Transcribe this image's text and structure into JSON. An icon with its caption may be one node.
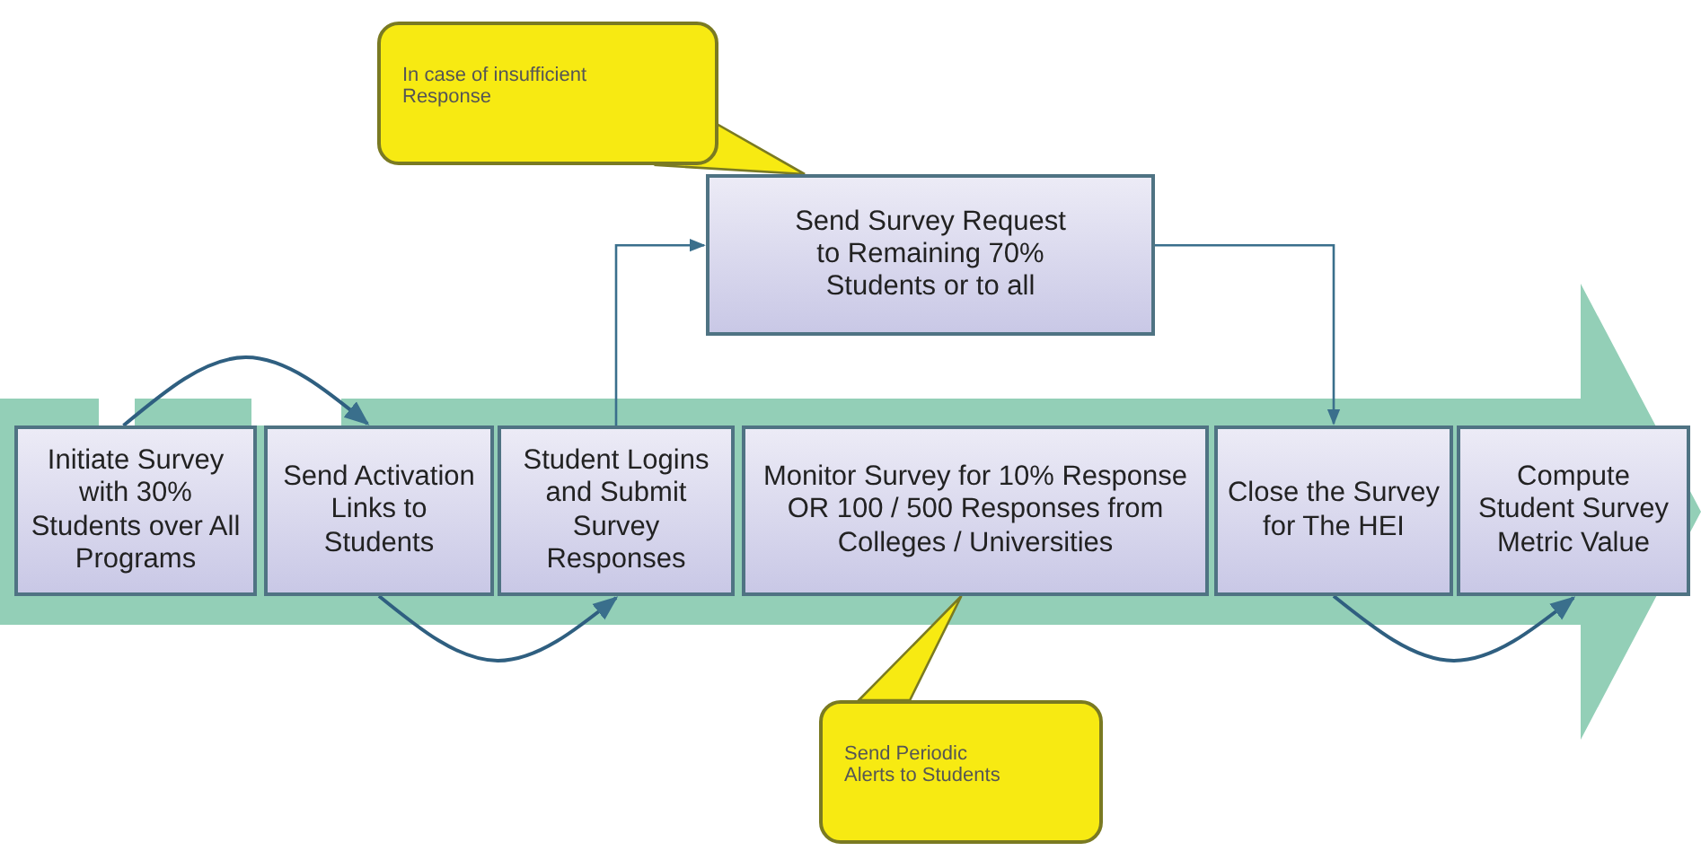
{
  "diagram": {
    "nodes": [
      {
        "text": [
          "In case of insufficient Response"
        ]
      },
      {
        "text": [
          "Send Survey Request to Remaining 70% Students or to all"
        ]
      },
      {
        "text": [
          "Initiate Survey with 30% Students over All Programs"
        ]
      },
      {
        "text": [
          "Send Activation Links to Students"
        ]
      },
      {
        "text": [
          "Student Logins and Submit Survey Responses"
        ]
      },
      {
        "text": [
          "Monitor Survey  for 10% Response  OR 100 / 500 Responses from Colleges / Universities"
        ]
      },
      {
        "text": [
          "Close the Survey for The HEI"
        ]
      },
      {
        "text": [
          "Compute Student Survey Metric Value"
        ]
      },
      {
        "text": [
          "Send Periodic Alerts to Students"
        ]
      }
    ],
    "edges": [
      {
        "from": 0,
        "to": 1,
        "arrow": "none"
      },
      {
        "from": 8,
        "to": 5,
        "arrow": "none"
      },
      {
        "from": 2,
        "to": 3,
        "arrow": "to"
      },
      {
        "from": 3,
        "to": 4,
        "arrow": "to"
      },
      {
        "from": 4,
        "to": 1,
        "arrow": "to"
      },
      {
        "from": 1,
        "to": 6,
        "arrow": "to"
      },
      {
        "from": 6,
        "to": 7,
        "arrow": "to"
      }
    ]
  }
}
